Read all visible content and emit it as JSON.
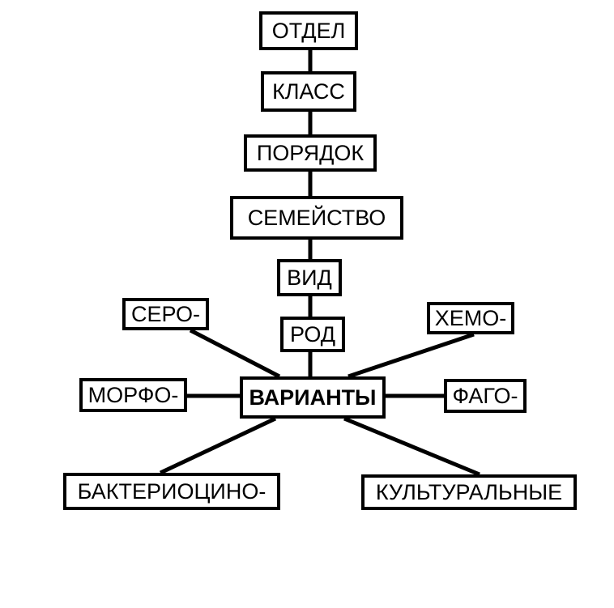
{
  "diagram": {
    "nodes": {
      "otdel": "ОТДЕЛ",
      "klass": "КЛАСС",
      "poryadok": "ПОРЯДОК",
      "semeystvo": "СЕМЕЙСТВО",
      "vid": "ВИД",
      "rod": "РОД",
      "sero": "СЕРО-",
      "hemo": "ХЕМО-",
      "morfo": "МОРФО-",
      "varianty": "ВАРИАНТЫ",
      "fago": "ФАГО-",
      "bakteriocino": "БАКТЕРИОЦИНО-",
      "kulturalnye": "КУЛЬТУРАЛЬНЫЕ"
    },
    "edges": [
      [
        "otdel",
        "klass"
      ],
      [
        "klass",
        "poryadok"
      ],
      [
        "poryadok",
        "semeystvo"
      ],
      [
        "semeystvo",
        "vid"
      ],
      [
        "vid",
        "rod"
      ],
      [
        "rod",
        "varianty"
      ],
      [
        "sero",
        "varianty"
      ],
      [
        "hemo",
        "varianty"
      ],
      [
        "morfo",
        "varianty"
      ],
      [
        "fago",
        "varianty"
      ],
      [
        "bakteriocino",
        "varianty"
      ],
      [
        "kulturalnye",
        "varianty"
      ]
    ]
  }
}
